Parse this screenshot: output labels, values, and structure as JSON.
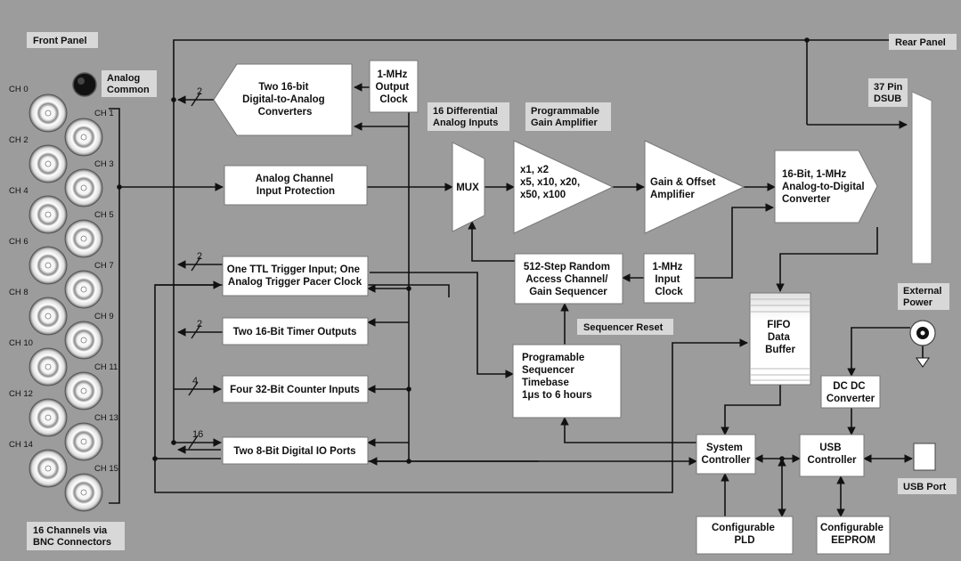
{
  "panels": {
    "front_panel": "Front Panel",
    "rear_panel": "Rear Panel",
    "analog_common": [
      "Analog",
      "Common"
    ],
    "bnc_caption": [
      "16 Channels via",
      "BNC Connectors"
    ],
    "dsub": [
      "37 Pin",
      "DSUB"
    ],
    "external_power": [
      "External",
      "Power"
    ],
    "usb_port": "USB Port"
  },
  "channels": [
    "CH 0",
    "CH 1",
    "CH 2",
    "CH 3",
    "CH 4",
    "CH 5",
    "CH 6",
    "CH 7",
    "CH 8",
    "CH 9",
    "CH 10",
    "CH 11",
    "CH 12",
    "CH 13",
    "CH 14",
    "CH 15"
  ],
  "blocks": {
    "dac": [
      "Two 16-bit",
      "Digital-to-Analog",
      "Converters"
    ],
    "output_clock": [
      "1-MHz",
      "Output",
      "Clock"
    ],
    "input_protection": [
      "Analog Channel",
      "Input Protection"
    ],
    "mux": "MUX",
    "pga": [
      "x1, x2",
      "x5, x10, x20,",
      "x50, x100"
    ],
    "gain_offset": [
      "Gain & Offset",
      "Amplifier"
    ],
    "adc": [
      "16-Bit, 1-MHz",
      "Analog-to-Digital",
      "Converter"
    ],
    "trigger": [
      "One TTL Trigger Input; One",
      "Analog Trigger Pacer Clock"
    ],
    "sequencer": [
      "512-Step Random",
      "Access Channel/",
      "Gain Sequencer"
    ],
    "input_clock": [
      "1-MHz",
      "Input",
      "Clock"
    ],
    "timer": "Two 16-Bit Timer Outputs",
    "counter": "Four 32-Bit Counter Inputs",
    "digital_io": "Two 8-Bit Digital IO Ports",
    "timebase": [
      "Programable",
      "Sequencer",
      "Timebase",
      "1μs to 6 hours"
    ],
    "fifo": [
      "FIFO",
      "Data",
      "Buffer"
    ],
    "dcdc": [
      "DC DC",
      "Converter"
    ],
    "system_controller": [
      "System",
      "Controller"
    ],
    "usb_controller": [
      "USB",
      "Controller"
    ],
    "pld": [
      "Configurable",
      "PLD"
    ],
    "eeprom": [
      "Configurable",
      "EEPROM"
    ]
  },
  "labels": {
    "diff_inputs": [
      "16 Differential",
      "Analog Inputs"
    ],
    "pga_title": [
      "Programmable",
      "Gain Amplifier"
    ],
    "sequencer_reset": "Sequencer Reset"
  },
  "bus_widths": {
    "dac": "2",
    "trigger": "2",
    "timer": "2",
    "counter": "4",
    "digital_io": "16"
  }
}
